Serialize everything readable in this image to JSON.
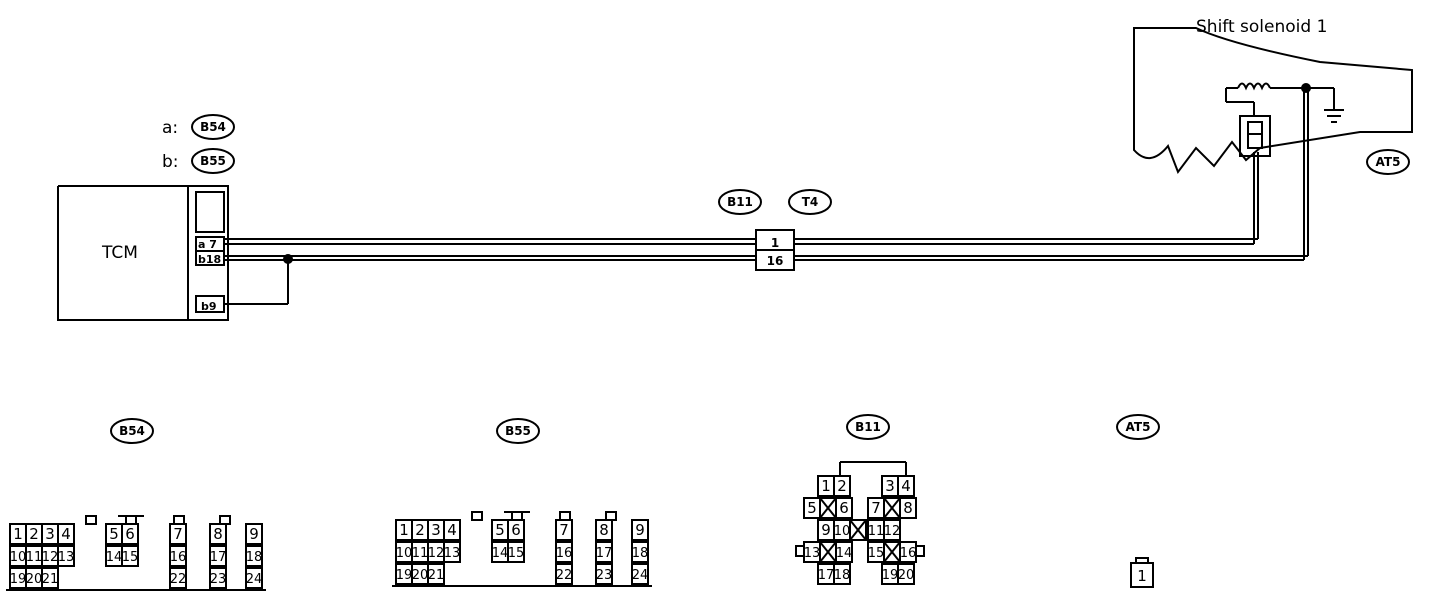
{
  "labels": {
    "component_tcm": "TCM",
    "component_solenoid": "Shift solenoid 1",
    "harness_a": "a:",
    "harness_b": "b:",
    "tcm_pin_top": "a 7",
    "tcm_pin_mid": "b18",
    "tcm_pin_bot": "b9",
    "joint_pin_top": "1",
    "joint_pin_bot": "16"
  },
  "connectors": {
    "b54": "B54",
    "b55": "B55",
    "b11": "B11",
    "t4": "T4",
    "at5": "AT5"
  },
  "connector_faces": {
    "b54_title": "B54",
    "b55_title": "B55",
    "b11_title": "B11",
    "at5_title": "AT5",
    "b54_rows": [
      [
        "1",
        "2",
        "3",
        "4",
        "5",
        "6",
        "7",
        "8",
        "9"
      ],
      [
        "10",
        "11",
        "12",
        "13",
        "14",
        "15",
        "16",
        "17",
        "18"
      ],
      [
        "19",
        "20",
        "21",
        "22",
        "23",
        "24"
      ]
    ],
    "b11_rows": [
      [
        "1",
        "2",
        "3",
        "4"
      ],
      [
        "5",
        "6",
        "7",
        "8"
      ],
      [
        "9",
        "10",
        "11",
        "12"
      ],
      [
        "13",
        "14",
        "15",
        "16"
      ],
      [
        "17",
        "18",
        "19",
        "20"
      ]
    ],
    "at5_pin": "1"
  }
}
